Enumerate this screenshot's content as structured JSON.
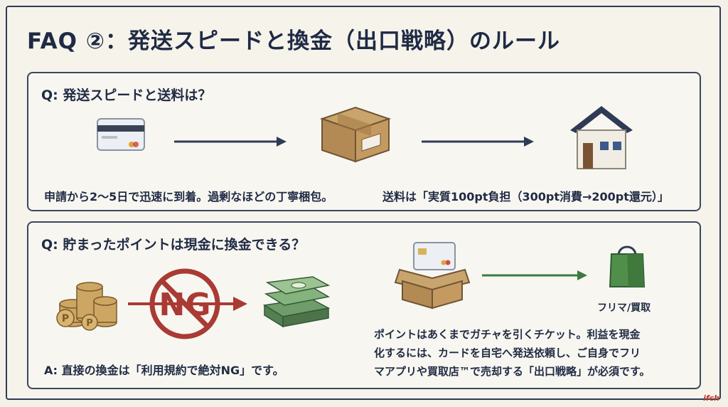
{
  "title": "FAQ ②：発送スピードと換金（出口戦略）のルール",
  "q1": {
    "question": "Q: 発送スピードと送料は？",
    "answer_a": "申請から2〜5日で迅速に到着。過剰なほどの丁寧梱包。",
    "answer_b": "送料は「実質100pt負担（300pt消費→200pt還元）」",
    "icons": [
      "credit-card-icon",
      "arrow-right-icon",
      "shipping-box-icon",
      "arrow-right-icon",
      "house-icon"
    ]
  },
  "q2": {
    "question": "Q: 貯まったポイントは現金に換金できる？",
    "ng_label": "NG",
    "coin_label": "P",
    "answer_a": "A: 直接の換金は「利用規約で絶対NG」です。",
    "resale_label": "フリマ/買取",
    "explanation": [
      "ポイントはあくまでガチャを引くチケット。利益を現金",
      "化するには、カードを自宅へ発送依頼し、ご自身でフリ",
      "マアプリや買取店™で売却する「出口戦略」が必須です。"
    ],
    "colors": {
      "ng_red": "#a93a34",
      "green_arrow": "#3d7a42",
      "navy": "#2f3b55"
    }
  },
  "logo_text": "ifch"
}
